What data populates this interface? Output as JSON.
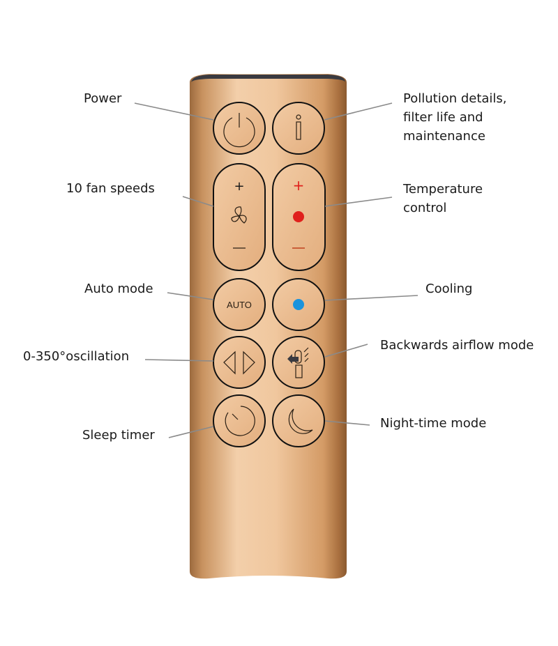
{
  "labels": {
    "power": "Power",
    "pollution": [
      "Pollution details,",
      "filter life and",
      "maintenance"
    ],
    "fan_speeds": "10 fan speeds",
    "temperature": [
      "Temperature",
      "control"
    ],
    "auto_mode": "Auto mode",
    "cooling": "Cooling",
    "oscillation": "0-350°oscillation",
    "backwards": "Backwards airflow mode",
    "sleep_timer": "Sleep timer",
    "night_mode": "Night-time mode"
  },
  "buttons": {
    "auto_text": "AUTO",
    "plus": "+",
    "minus": "—"
  },
  "colors": {
    "body": "#e9b98a",
    "heat": "#e0201c",
    "cool": "#1a93dc"
  }
}
